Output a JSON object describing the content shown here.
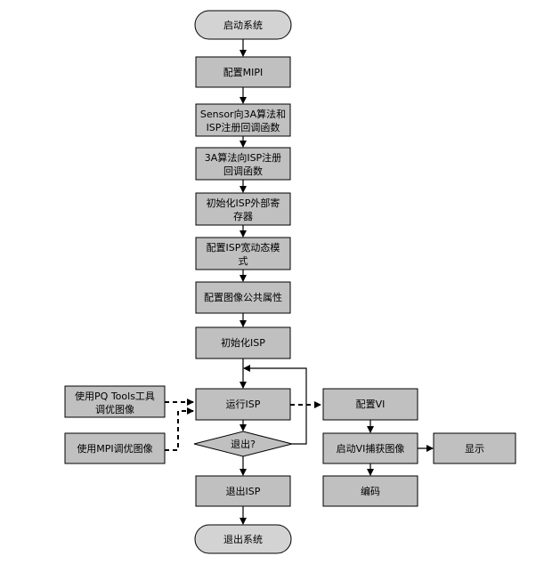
{
  "flowchart": {
    "main_steps": {
      "start": "启动系统",
      "config_mipi": "配置MIPI",
      "sensor_reg_line1": "Sensor向3A算法和",
      "sensor_reg_line2": "ISP注册回调函数",
      "alg_reg_line1": "3A算法向ISP注册",
      "alg_reg_line2": "回调函数",
      "init_ext_line1": "初始化ISP外部寄",
      "init_ext_line2": "存器",
      "wdr_line1": "配置ISP宽动态模",
      "wdr_line2": "式",
      "pub_attr": "配置图像公共属性",
      "init_isp": "初始化ISP",
      "run_isp": "运行ISP",
      "exit_decision": "退出?",
      "exit_isp": "退出ISP",
      "exit_system": "退出系统"
    },
    "tuning": {
      "pq_tools_line1": "使用PQ Tools工具",
      "pq_tools_line2": "调优图像",
      "mpi_tuning": "使用MPI调优图像"
    },
    "vi_branch": {
      "config_vi": "配置VI",
      "capture": "启动VI捕获图像",
      "display": "显示",
      "encode": "编码"
    }
  }
}
